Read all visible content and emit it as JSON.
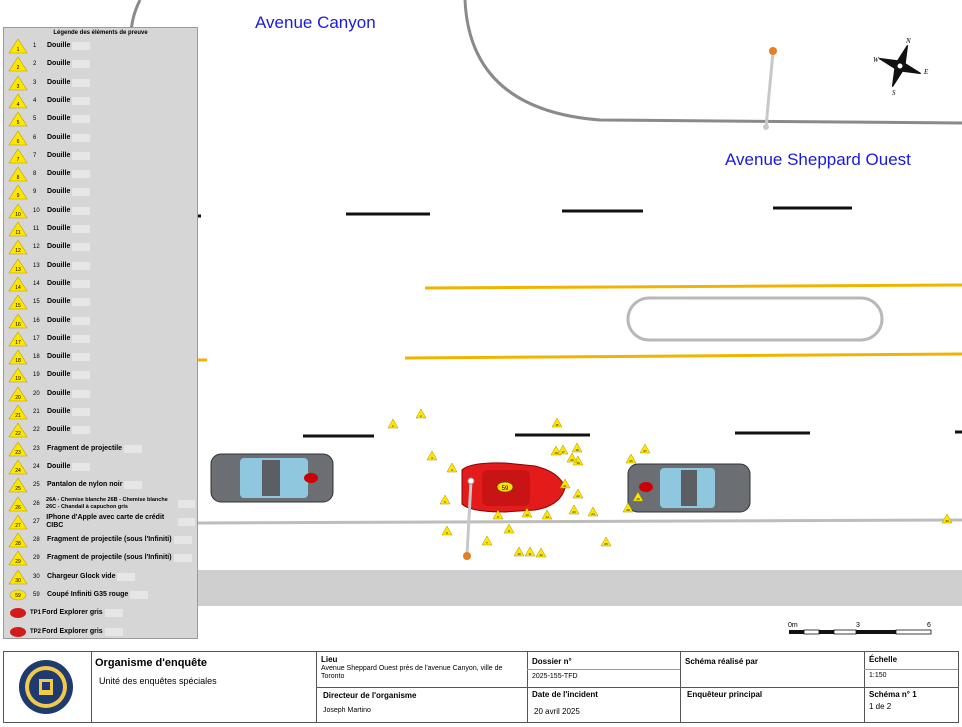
{
  "streets": {
    "canyon": "Avenue Canyon",
    "sheppard": "Avenue Sheppard Ouest"
  },
  "compass": {
    "n": "N",
    "e": "E",
    "s": "S",
    "w": "W"
  },
  "legend": {
    "title": "Légende des éléments de preuve",
    "items": [
      {
        "marker": "1",
        "num": "1",
        "desc": "Douille"
      },
      {
        "marker": "2",
        "num": "2",
        "desc": "Douille"
      },
      {
        "marker": "3",
        "num": "3",
        "desc": "Douille"
      },
      {
        "marker": "4",
        "num": "4",
        "desc": "Douille"
      },
      {
        "marker": "5",
        "num": "5",
        "desc": "Douille"
      },
      {
        "marker": "6",
        "num": "6",
        "desc": "Douille"
      },
      {
        "marker": "7",
        "num": "7",
        "desc": "Douille"
      },
      {
        "marker": "8",
        "num": "8",
        "desc": "Douille"
      },
      {
        "marker": "9",
        "num": "9",
        "desc": "Douille"
      },
      {
        "marker": "10",
        "num": "10",
        "desc": "Douille"
      },
      {
        "marker": "11",
        "num": "11",
        "desc": "Douille"
      },
      {
        "marker": "12",
        "num": "12",
        "desc": "Douille"
      },
      {
        "marker": "13",
        "num": "13",
        "desc": "Douille"
      },
      {
        "marker": "14",
        "num": "14",
        "desc": "Douille"
      },
      {
        "marker": "15",
        "num": "15",
        "desc": "Douille"
      },
      {
        "marker": "16",
        "num": "16",
        "desc": "Douille"
      },
      {
        "marker": "17",
        "num": "17",
        "desc": "Douille"
      },
      {
        "marker": "18",
        "num": "18",
        "desc": "Douille"
      },
      {
        "marker": "19",
        "num": "19",
        "desc": "Douille"
      },
      {
        "marker": "20",
        "num": "20",
        "desc": "Douille"
      },
      {
        "marker": "21",
        "num": "21",
        "desc": "Douille"
      },
      {
        "marker": "22",
        "num": "22",
        "desc": "Douille"
      },
      {
        "marker": "23",
        "num": "23",
        "desc": "Fragment de projectile"
      },
      {
        "marker": "24",
        "num": "24",
        "desc": "Douille"
      },
      {
        "marker": "25",
        "num": "25",
        "desc": "Pantalon de nylon noir"
      },
      {
        "marker": "26",
        "num": "26",
        "desc": "26A - Chemise blanche  26B - Chemise blanche 26C - Chandail à capuchon gris"
      },
      {
        "marker": "27",
        "num": "27",
        "desc": "IPhone d'Apple avec carte de crédit CIBC"
      },
      {
        "marker": "28",
        "num": "28",
        "desc": "Fragment de projectile (sous l'Infiniti)"
      },
      {
        "marker": "29",
        "num": "29",
        "desc": "Fragment de projectile (sous l'Infiniti)"
      },
      {
        "marker": "30",
        "num": "30",
        "desc": "Chargeur Glock vide"
      },
      {
        "marker": "59",
        "num": "59",
        "desc": "Coupé Infiniti G35 rouge",
        "shape": "ellipse-yellow"
      },
      {
        "marker": "",
        "num": "TP1",
        "desc": "Ford Explorer gris",
        "shape": "ellipse-red"
      },
      {
        "marker": "",
        "num": "TP2",
        "desc": "Ford Explorer gris",
        "shape": "ellipse-red"
      }
    ]
  },
  "scene": {
    "red_car_label": "59",
    "markers": [
      "1",
      "2",
      "3",
      "4",
      "5",
      "6",
      "7",
      "8",
      "9",
      "10",
      "11",
      "12",
      "13",
      "14",
      "15",
      "16",
      "17",
      "18",
      "19",
      "20",
      "21",
      "22",
      "23",
      "24",
      "25",
      "26",
      "27",
      "28",
      "29",
      "30"
    ]
  },
  "scale": {
    "zero": "0m",
    "mid": "3",
    "end": "6"
  },
  "titleblock": {
    "org_title": "Organisme d'enquête",
    "org_value": "Unité des enquêtes spéciales",
    "lieu_h": "Lieu",
    "lieu_v": "Avenue Sheppard Ouest près de l'avenue Canyon, ville de Toronto",
    "dossier_h": "Dossier n°",
    "dossier_v": "2025-155-TFD",
    "schema_h": "Schéma réalisé par",
    "schema_v": "",
    "echelle_h": "Échelle",
    "echelle_v": "1:150",
    "directeur_h": "Directeur de l'organisme",
    "directeur_v": "Joseph Martino",
    "date_h": "Date de l'incident",
    "date_v": "20 avril 2025",
    "enqueteur_h": "Enquêteur principal",
    "enqueteur_v": "",
    "schemano_h": "Schéma n° 1",
    "schemano_v": "1 de 2"
  }
}
